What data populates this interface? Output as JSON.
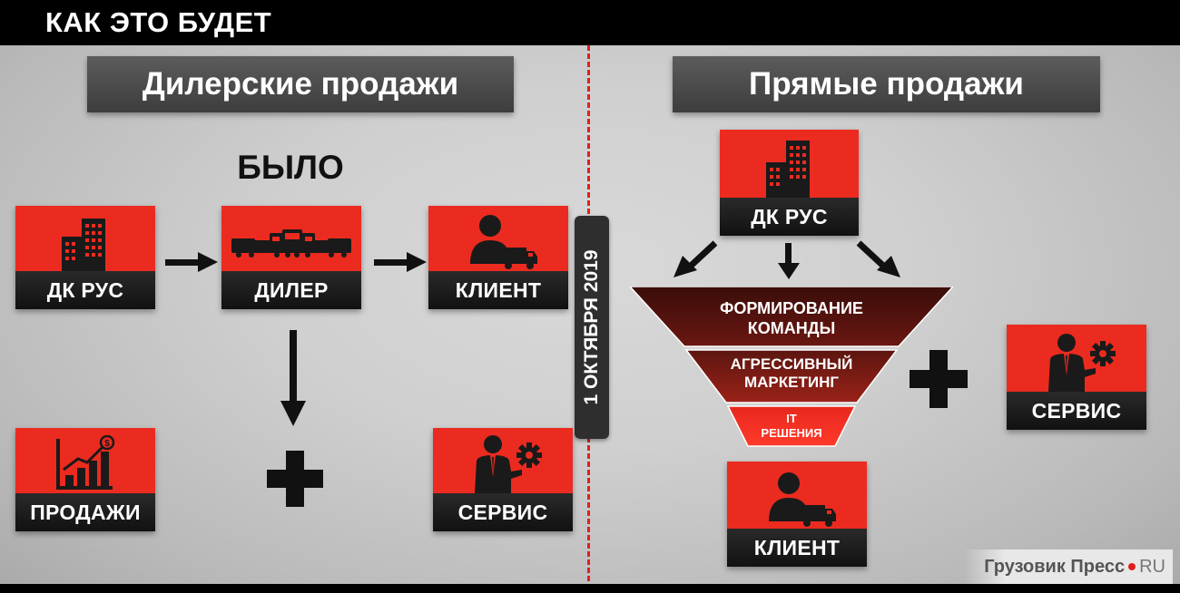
{
  "header": {
    "title": "КАК ЭТО БУДЕТ"
  },
  "sections": {
    "dealer": {
      "title": "Дилерские продажи"
    },
    "direct": {
      "title": "Прямые продажи"
    }
  },
  "was_label": "БЫЛО",
  "date_label": "1 ОКТЯБРЯ 2019",
  "cards": {
    "dkrus_left": "ДК РУС",
    "dealer": "ДИЛЕР",
    "client_left": "КЛИЕНТ",
    "sales": "ПРОДАЖИ",
    "service_left": "СЕРВИС",
    "dkrus_right": "ДК РУС",
    "client_right": "КЛИЕНТ",
    "service_right": "СЕРВИС"
  },
  "funnel": {
    "levels": [
      {
        "line1": "ФОРМИРОВАНИЕ",
        "line2": "КОМАНДЫ"
      },
      {
        "line1": "АГРЕССИВНЫЙ",
        "line2": "МАРКЕТИНГ"
      },
      {
        "line1": "IT",
        "line2": "РЕШЕНИЯ"
      }
    ]
  },
  "watermark": {
    "name": "Грузовик Пресс",
    "domain": "RU"
  },
  "colors": {
    "accent_red": "#eb2b1f",
    "dark": "#1a1a1a",
    "funnel_dark": "#5a1410",
    "divider": "#e0201c"
  }
}
